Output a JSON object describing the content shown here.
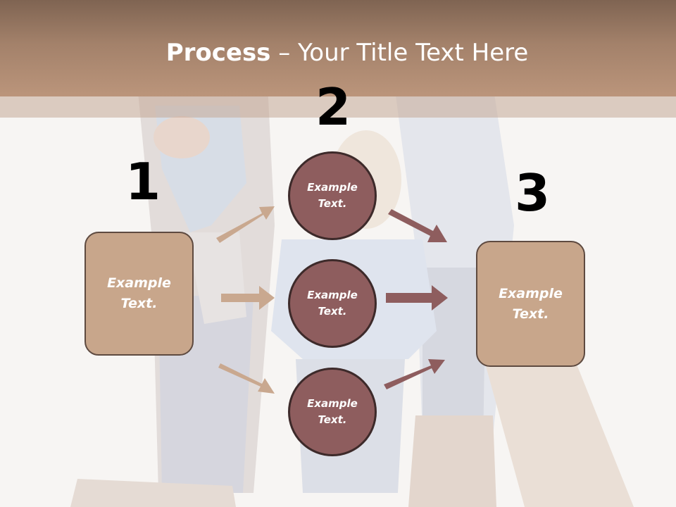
{
  "title": {
    "bold": "Process",
    "rest": " – Your Title Text Here"
  },
  "steps": {
    "one": "1",
    "two": "2",
    "three": "3"
  },
  "left_box": {
    "line1": "Example",
    "line2": "Text."
  },
  "right_box": {
    "line1": "Example",
    "line2": "Text."
  },
  "circles": [
    {
      "line1": "Example",
      "line2": "Text."
    },
    {
      "line1": "Example",
      "line2": "Text."
    },
    {
      "line1": "Example",
      "line2": "Text."
    }
  ],
  "colors": {
    "title_bar": "#a3816a",
    "box_fill": "#c8a68b",
    "circle_fill": "#8e5d5e",
    "arrow_left": "#c9a88f",
    "arrow_right": "#8e5d5e"
  }
}
